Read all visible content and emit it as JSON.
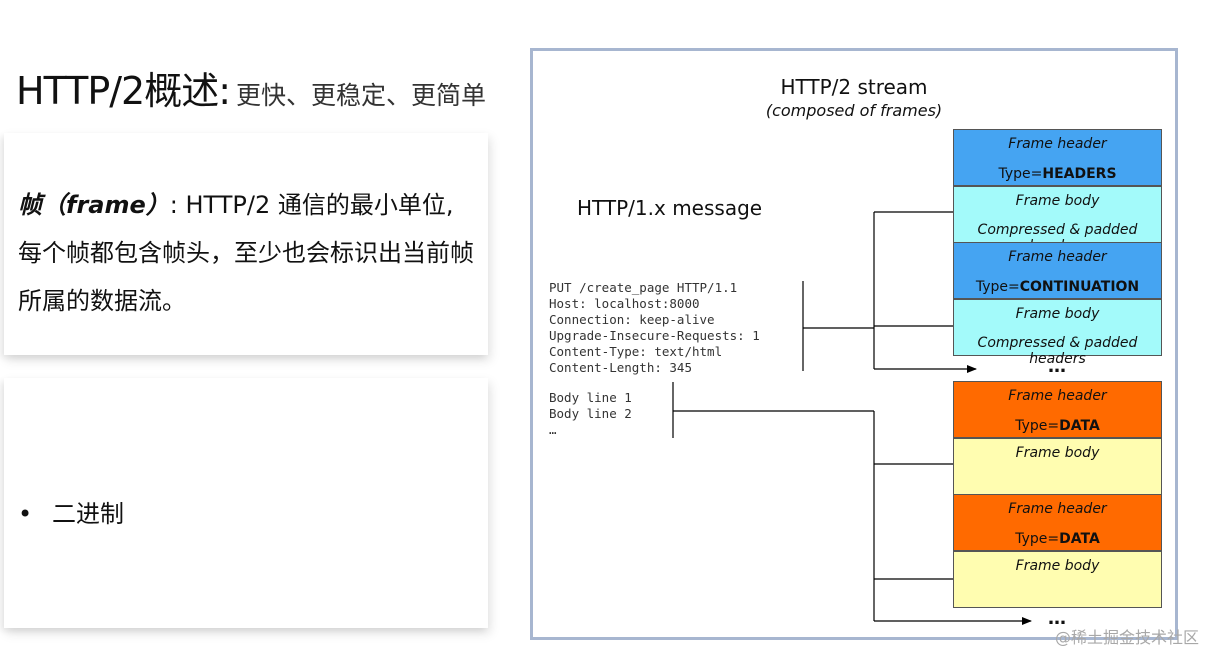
{
  "title": {
    "main": "HTTP/2概述:",
    "sub": "更快、更稳定、更简单"
  },
  "card1": {
    "term": "帧（frame）",
    "text": ": HTTP/2 通信的最小单位, 每个帧都包含帧头，至少也会标识出当前帧所属的数据流。"
  },
  "card2": {
    "bullet": "•",
    "item": "二进制"
  },
  "diagram": {
    "stream_title": "HTTP/2 stream",
    "stream_subtitle": "(composed of frames)",
    "message_title": "HTTP/1.x message",
    "headers_code": "PUT /create_page HTTP/1.1\nHost: localhost:8000\nConnection: keep-alive\nUpgrade-Insecure-Requests: 1\nContent-Type: text/html\nContent-Length: 345",
    "body_code": "Body line 1\nBody line 2\n…",
    "frames": [
      {
        "label": "Frame header",
        "type_prefix": "Type=",
        "type_value": "HEADERS",
        "color": "#45a4f2"
      },
      {
        "label": "Frame body",
        "detail": "Compressed & padded headers",
        "color": "#a3fafa"
      },
      {
        "label": "Frame header",
        "type_prefix": "Type=",
        "type_value": "CONTINUATION",
        "color": "#45a4f2"
      },
      {
        "label": "Frame body",
        "detail": "Compressed & padded headers",
        "color": "#a3fafa"
      },
      {
        "label": "Frame header",
        "type_prefix": "Type=",
        "type_value": "DATA",
        "color": "#ff6a00"
      },
      {
        "label": "Frame body",
        "color": "#fffdb0"
      },
      {
        "label": "Frame header",
        "type_prefix": "Type=",
        "type_value": "DATA",
        "color": "#ff6a00"
      },
      {
        "label": "Frame body",
        "color": "#fffdb0"
      }
    ],
    "ellipsis_1": "…",
    "ellipsis_2": "…"
  },
  "watermark": "@稀土掘金技术社区"
}
